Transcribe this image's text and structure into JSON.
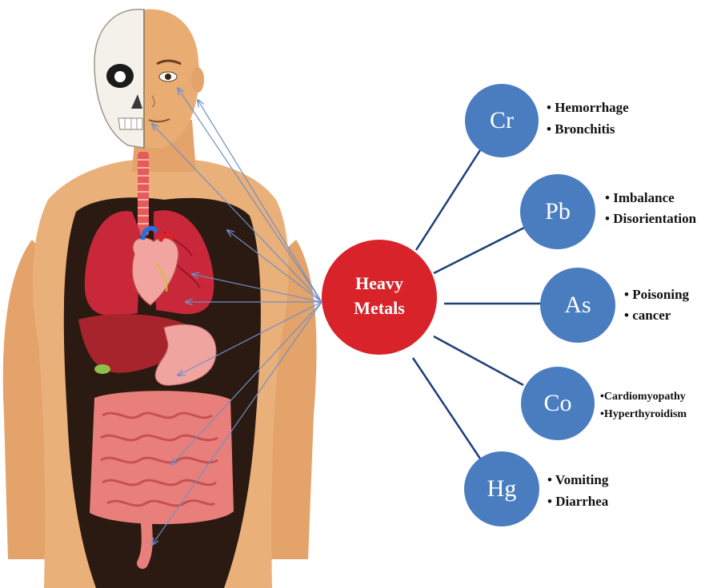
{
  "center": {
    "line1": "Heavy",
    "line2": "Metals",
    "color": "#d8232a"
  },
  "metal_color": "#4a7dbf",
  "connector_color": "#1f3f7a",
  "arrow_color": "#6f8fc8",
  "metals": [
    {
      "symbol": "Cr",
      "effects": [
        "• Hemorrhage",
        "• Bronchitis"
      ]
    },
    {
      "symbol": "Pb",
      "effects": [
        "• Imbalance",
        "• Disorientation"
      ]
    },
    {
      "symbol": "As",
      "effects": [
        "• Poisoning",
        "• cancer"
      ]
    },
    {
      "symbol": "Co",
      "effects": [
        "•Cardiomyopathy",
        "•Hyperthyroidism"
      ]
    },
    {
      "symbol": "Hg",
      "effects": [
        "• Vomiting",
        "• Diarrhea"
      ]
    }
  ]
}
